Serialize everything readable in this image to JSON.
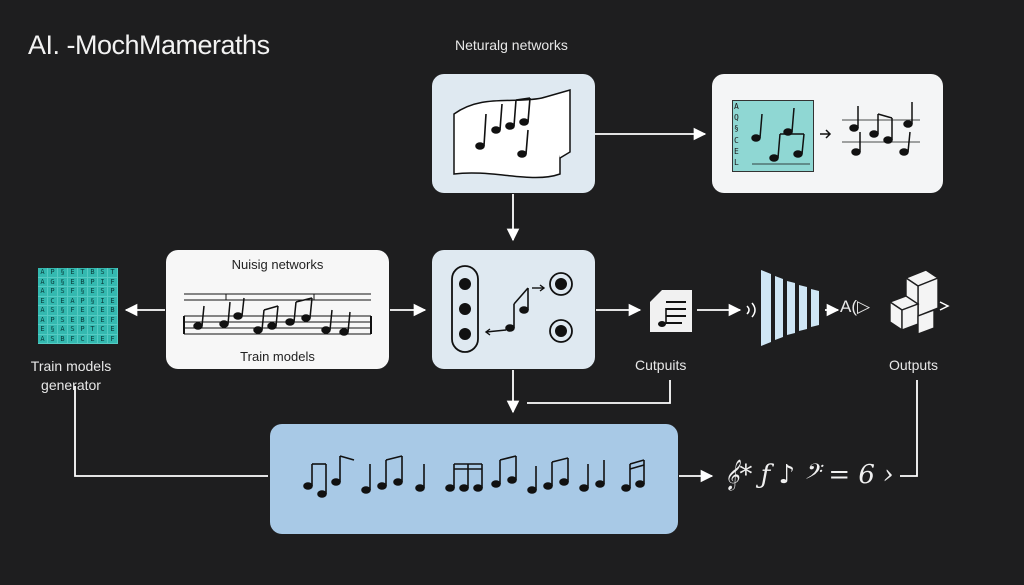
{
  "title": "AI. -MochMameraths",
  "top_label": "Neturalg networks",
  "mid_box": {
    "title": "Nuisig networks",
    "subtitle": "Train models"
  },
  "left_label": "Train models generator",
  "center_outputs_label": "Cutpuits",
  "right_outputs_label": "Outputs",
  "right_mark": "A(▷",
  "bottom_sequence": "𝄞* ƒ ♪ 𝄢 = 6 ›",
  "grid_chars": [
    "A",
    "P",
    "§",
    "E",
    "T",
    "B",
    "S",
    "T",
    "A",
    "G",
    "§",
    "E",
    "B",
    "P",
    "I",
    "F",
    "A",
    "P",
    "S",
    "F",
    "§",
    "E",
    "S",
    "P",
    "E",
    "C",
    "E",
    "A",
    "P",
    "§",
    "I",
    "E",
    "A",
    "S",
    "§",
    "F",
    "E",
    "C",
    "E",
    "B",
    "A",
    "P",
    "S",
    "E",
    "B",
    "C",
    "E",
    "F",
    "E",
    "§",
    "A",
    "S",
    "P",
    "T",
    "C",
    "E",
    "A",
    "S",
    "B",
    "F",
    "C",
    "E",
    "E",
    "F"
  ],
  "grid_out_chars": [
    "A",
    "Q",
    "§",
    "C",
    "E",
    "L"
  ],
  "colors": {
    "background": "#1e1e1f",
    "box_light_blue": "#dfe9f1",
    "box_white": "#f4f5f6",
    "box_bottom_blue": "#a8c9e6",
    "teal_grid": "#34b9b0",
    "arrow": "#ffffff"
  }
}
